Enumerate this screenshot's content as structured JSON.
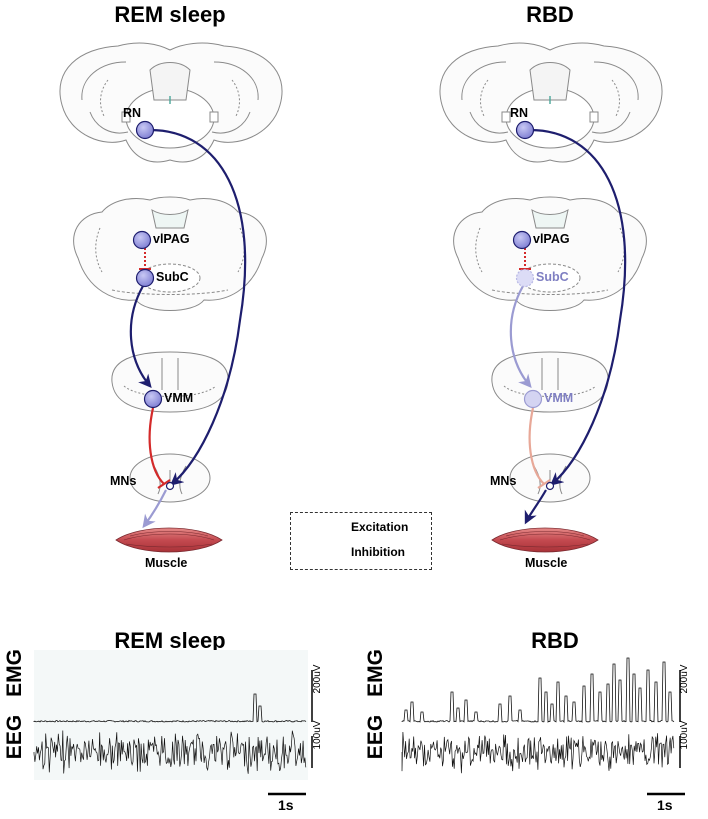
{
  "panels": [
    {
      "id": "rem",
      "title": "REM sleep",
      "neurons": {
        "rn": "RN",
        "vlpag": "vlPAG",
        "subc": "SubC",
        "vmm": "VMM",
        "mns": "MNs"
      },
      "muscle": "Muscle",
      "state": "normal"
    },
    {
      "id": "rbd",
      "title": "RBD",
      "neurons": {
        "rn": "RN",
        "vlpag": "vlPAG",
        "subc": "SubC",
        "vmm": "VMM",
        "mns": "MNs"
      },
      "muscle": "Muscle",
      "state": "impaired"
    }
  ],
  "legend": {
    "excitation": "Excitation",
    "inhibition": "Inhibition"
  },
  "recordings": [
    {
      "id": "rem",
      "title": "REM sleep",
      "emg_label": "EMG",
      "eeg_label": "EEG",
      "emg_scale": "200uV",
      "eeg_scale": "100uV",
      "time_bar": "1s"
    },
    {
      "id": "rbd",
      "title": "RBD",
      "emg_label": "EMG",
      "eeg_label": "EEG",
      "emg_scale": "200uV",
      "eeg_scale": "100uV",
      "time_bar": "1s"
    }
  ],
  "colors": {
    "excitation": "#1e1e6e",
    "inhibition": "#d42a2a",
    "neuron_fill": "#9a9ae0",
    "neuron_fill_faded": "#cfd0f2",
    "faded_excitation": "#9b9bd2",
    "faded_inhibition": "#e8a898",
    "muscle": "#c8555a",
    "trace_bg": "#f4f8f8"
  }
}
